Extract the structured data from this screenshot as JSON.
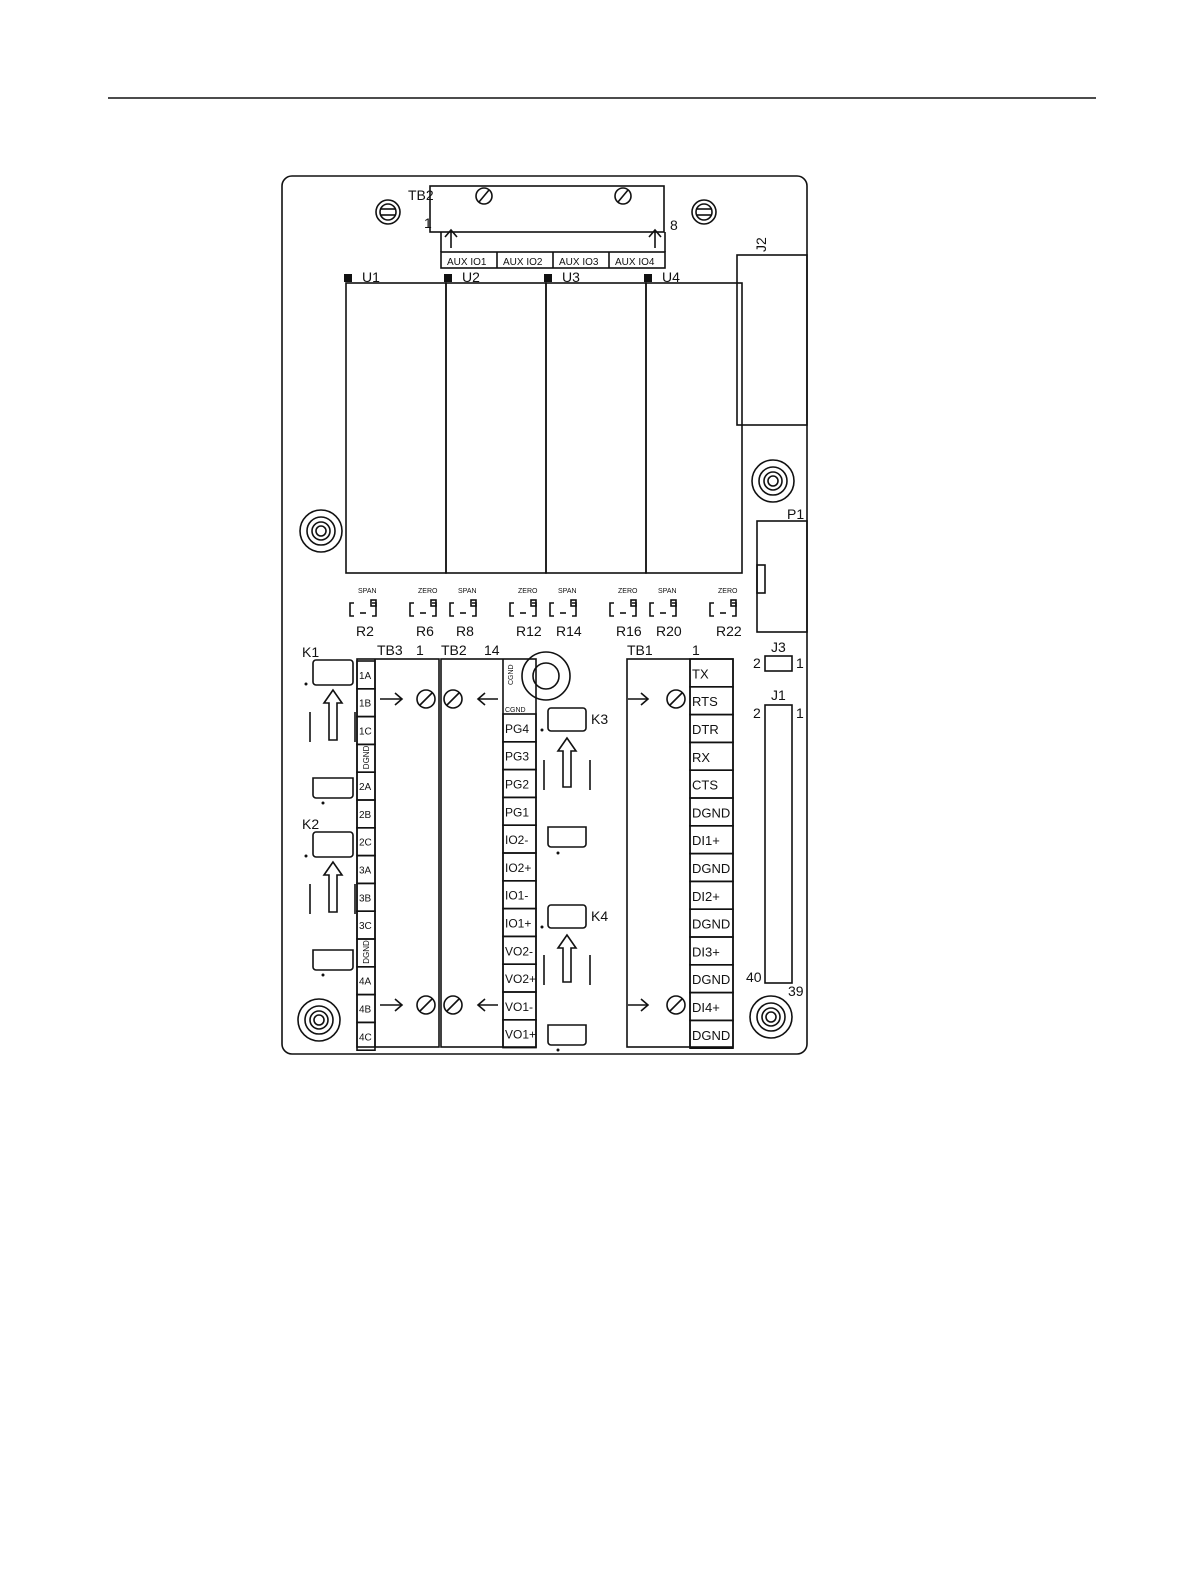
{
  "labels": {
    "tb2_top": "TB2",
    "tb2_pin1": "1",
    "tb2_pin8": "8",
    "j2": "J2",
    "p1": "P1",
    "j3": "J3",
    "j3_pin2": "2",
    "j3_pin1": "1",
    "j1": "J1",
    "j1_pin2": "2",
    "j1_pin1": "1",
    "j1_pin40": "40",
    "j1_pin39": "39",
    "k1": "K1",
    "k2": "K2",
    "k3": "K3",
    "k4": "K4",
    "tb3": "TB3",
    "tb3_pin1": "1",
    "tb2": "TB2",
    "tb2_pin14": "14",
    "tb1": "TB1",
    "tb1_pin1": "1",
    "cgnd_top": "CGND",
    "cgnd_label": "CGND"
  },
  "aux_labels": [
    "AUX IO1",
    "AUX IO2",
    "AUX IO3",
    "AUX IO4"
  ],
  "chips": [
    "U1",
    "U2",
    "U3",
    "U4"
  ],
  "pots": [
    {
      "name": "R2",
      "type": "SPAN"
    },
    {
      "name": "R6",
      "type": "ZERO"
    },
    {
      "name": "R8",
      "type": "SPAN"
    },
    {
      "name": "R12",
      "type": "ZERO"
    },
    {
      "name": "R14",
      "type": "SPAN"
    },
    {
      "name": "R16",
      "type": "ZERO"
    },
    {
      "name": "R20",
      "type": "SPAN"
    },
    {
      "name": "R22",
      "type": "ZERO"
    }
  ],
  "tb3_pins": [
    "1A",
    "1B",
    "1C",
    "DGND",
    "2A",
    "2B",
    "2C",
    "3A",
    "3B",
    "3C",
    "DGND",
    "4A",
    "4B",
    "4C"
  ],
  "tb2_pins": [
    "PG4",
    "PG3",
    "PG2",
    "PG1",
    "IO2-",
    "IO2+",
    "IO1-",
    "IO1+",
    "VO2-",
    "VO2+",
    "VO1-",
    "VO1+"
  ],
  "tb1_pins": [
    "TX",
    "RTS",
    "DTR",
    "RX",
    "CTS",
    "DGND",
    "DI1+",
    "DGND",
    "DI2+",
    "DGND",
    "DI3+",
    "DGND",
    "DI4+",
    "DGND"
  ]
}
